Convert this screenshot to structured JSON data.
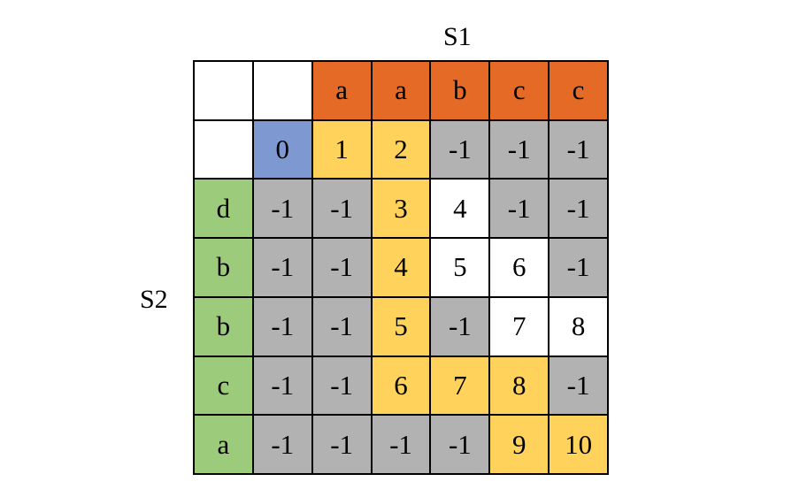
{
  "labels": {
    "s1": "S1",
    "s2": "S2"
  },
  "colors": {
    "white": "#FFFFFF",
    "orange": "#E46A26",
    "yellow": "#FED25B",
    "blue": "#7E99D2",
    "green": "#9CCB7C",
    "gray": "#B2B2B2"
  },
  "grid": {
    "rows": [
      [
        {
          "v": "",
          "c": "white"
        },
        {
          "v": "",
          "c": "white"
        },
        {
          "v": "a",
          "c": "orange"
        },
        {
          "v": "a",
          "c": "orange"
        },
        {
          "v": "b",
          "c": "orange"
        },
        {
          "v": "c",
          "c": "orange"
        },
        {
          "v": "c",
          "c": "orange"
        }
      ],
      [
        {
          "v": "",
          "c": "white"
        },
        {
          "v": "0",
          "c": "blue"
        },
        {
          "v": "1",
          "c": "yellow"
        },
        {
          "v": "2",
          "c": "yellow"
        },
        {
          "v": "-1",
          "c": "gray"
        },
        {
          "v": "-1",
          "c": "gray"
        },
        {
          "v": "-1",
          "c": "gray"
        }
      ],
      [
        {
          "v": "d",
          "c": "green"
        },
        {
          "v": "-1",
          "c": "gray"
        },
        {
          "v": "-1",
          "c": "gray"
        },
        {
          "v": "3",
          "c": "yellow"
        },
        {
          "v": "4",
          "c": "white"
        },
        {
          "v": "-1",
          "c": "gray"
        },
        {
          "v": "-1",
          "c": "gray"
        }
      ],
      [
        {
          "v": "b",
          "c": "green"
        },
        {
          "v": "-1",
          "c": "gray"
        },
        {
          "v": "-1",
          "c": "gray"
        },
        {
          "v": "4",
          "c": "yellow"
        },
        {
          "v": "5",
          "c": "white"
        },
        {
          "v": "6",
          "c": "white"
        },
        {
          "v": "-1",
          "c": "gray"
        }
      ],
      [
        {
          "v": "b",
          "c": "green"
        },
        {
          "v": "-1",
          "c": "gray"
        },
        {
          "v": "-1",
          "c": "gray"
        },
        {
          "v": "5",
          "c": "yellow"
        },
        {
          "v": "-1",
          "c": "gray"
        },
        {
          "v": "7",
          "c": "white"
        },
        {
          "v": "8",
          "c": "white"
        }
      ],
      [
        {
          "v": "c",
          "c": "green"
        },
        {
          "v": "-1",
          "c": "gray"
        },
        {
          "v": "-1",
          "c": "gray"
        },
        {
          "v": "6",
          "c": "yellow"
        },
        {
          "v": "7",
          "c": "yellow"
        },
        {
          "v": "8",
          "c": "yellow"
        },
        {
          "v": "-1",
          "c": "gray"
        }
      ],
      [
        {
          "v": "a",
          "c": "green"
        },
        {
          "v": "-1",
          "c": "gray"
        },
        {
          "v": "-1",
          "c": "gray"
        },
        {
          "v": "-1",
          "c": "gray"
        },
        {
          "v": "-1",
          "c": "gray"
        },
        {
          "v": "9",
          "c": "yellow"
        },
        {
          "v": "10",
          "c": "yellow"
        }
      ]
    ]
  }
}
